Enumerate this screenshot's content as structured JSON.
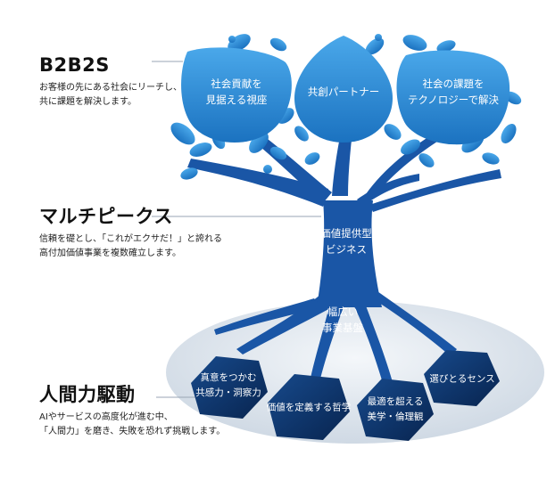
{
  "labels": {
    "b2b2s": {
      "title": "B2B2S",
      "lines": [
        "お客様の先にある社会にリーチし、",
        "共に課題を解決します。"
      ]
    },
    "multi": {
      "title": "マルチピークス",
      "lines": [
        "信頼を礎とし、「これがエクサだ！」と誇れる",
        "高付加価値事業を複数確立します。"
      ]
    },
    "human": {
      "title": "人間力駆動",
      "lines": [
        "AIやサービスの高度化が進む中、",
        "「人間力」を磨き、失敗を恐れず挑戦します。"
      ]
    }
  },
  "leaves": [
    {
      "lines": [
        "社会貢献を",
        "見据える視座"
      ]
    },
    {
      "lines": [
        "共創パートナー"
      ]
    },
    {
      "lines": [
        "社会の課題を",
        "テクノロジーで解決"
      ]
    }
  ],
  "trunk": {
    "upper": [
      "価値提供型",
      "ビジネス"
    ],
    "lower": [
      "幅広い",
      "事業基盤"
    ]
  },
  "roots": [
    {
      "lines": [
        "真意をつかむ",
        "共感力・洞察力"
      ]
    },
    {
      "lines": [
        "価値を定義する哲学"
      ]
    },
    {
      "lines": [
        "最適を超える",
        "美学・倫理観"
      ]
    },
    {
      "lines": [
        "選びとるセンス"
      ]
    }
  ],
  "colors": {
    "leaf": "#2a8fd6",
    "leaf_dark": "#1567ad",
    "trunk": "#1a56a6",
    "root": "#0b2f66",
    "ground": "#dfe6ee",
    "line": "#9aa6b4"
  }
}
